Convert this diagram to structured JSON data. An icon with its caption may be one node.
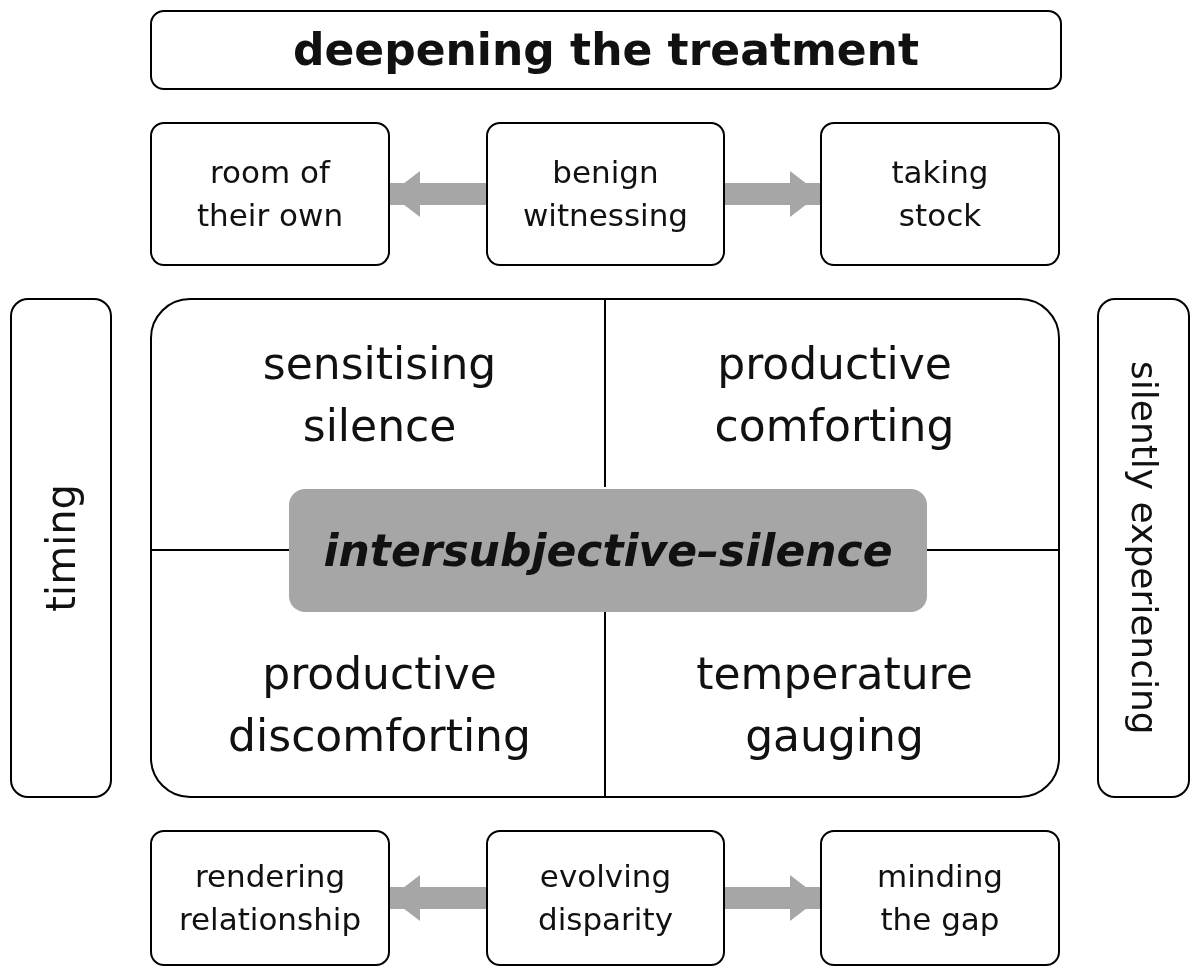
{
  "diagram": {
    "nodes": [
      {
        "text": [
          "deepening the treatment"
        ]
      },
      {
        "text": [
          "room of their own"
        ]
      },
      {
        "text": [
          "benign witnessing"
        ]
      },
      {
        "text": [
          "taking stock"
        ]
      },
      {
        "text": [
          "timing"
        ]
      },
      {
        "text": [],
        "shape": "box"
      },
      {
        "text": [
          "sensitising silence"
        ],
        "in": 5
      },
      {
        "text": [
          "productive comforting"
        ],
        "in": 5
      },
      {
        "text": [
          "productive discomforting"
        ],
        "in": 5
      },
      {
        "text": [
          "temperature gauging"
        ],
        "in": 5
      },
      {
        "text": [
          "intersubjective–silence"
        ],
        "in": 5
      },
      {
        "text": [
          "silently experiencing"
        ]
      },
      {
        "text": [
          "rendering relationship"
        ]
      },
      {
        "text": [
          "evolving disparity"
        ]
      },
      {
        "text": [
          "minding the gap"
        ]
      }
    ],
    "edges": [
      {
        "from": 2,
        "to": 1,
        "arrow": "to"
      },
      {
        "from": 2,
        "to": 3,
        "arrow": "to"
      },
      {
        "from": 13,
        "to": 12,
        "arrow": "to"
      },
      {
        "from": 13,
        "to": 14,
        "arrow": "to"
      }
    ]
  }
}
